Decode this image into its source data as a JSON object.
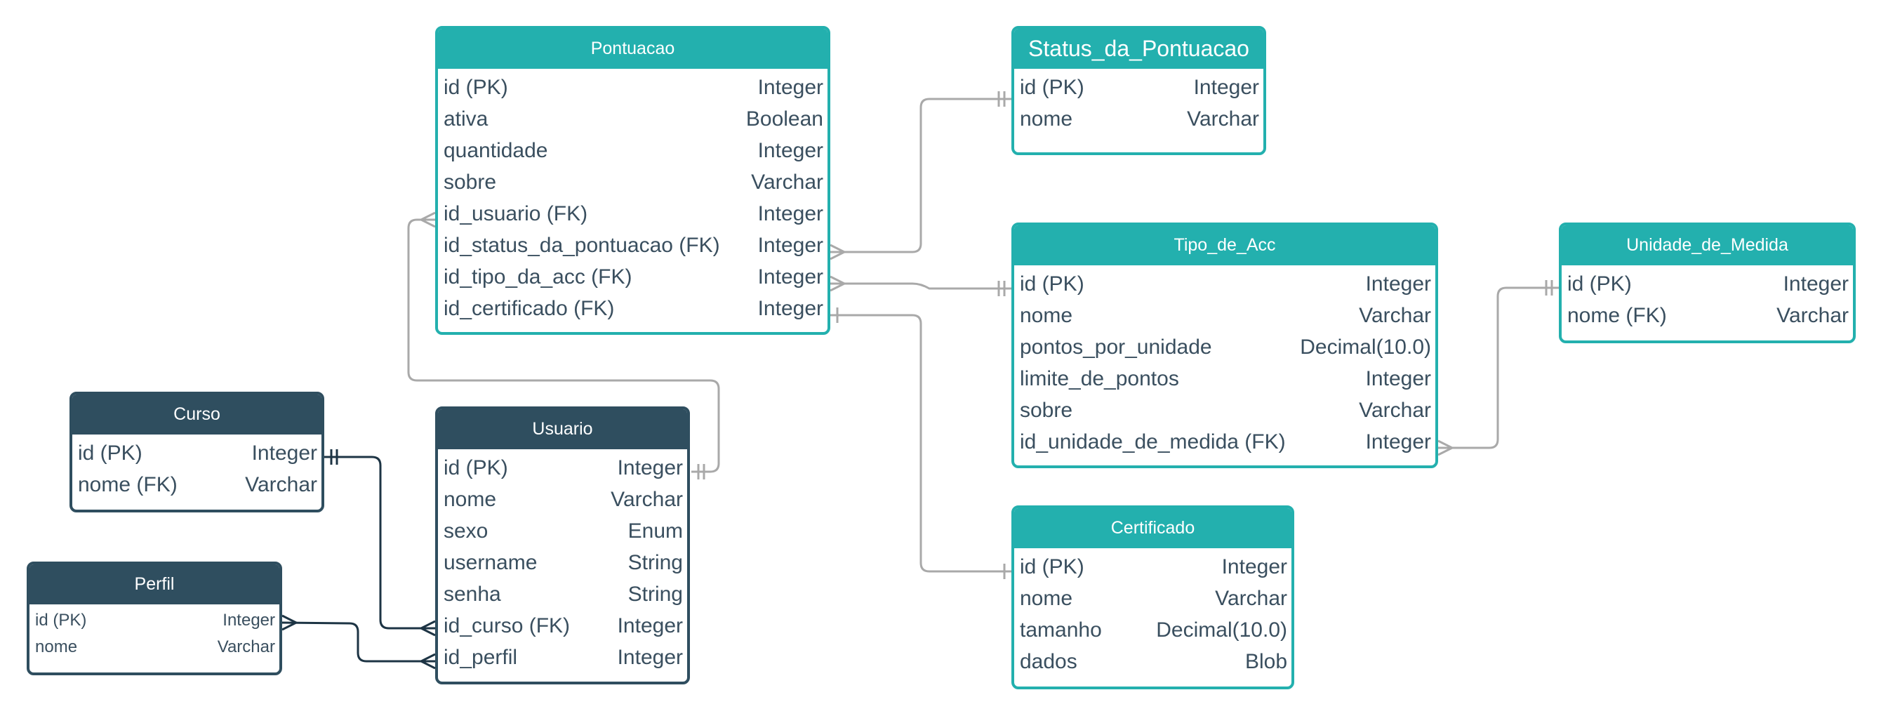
{
  "colors": {
    "teal": "#23b0ae",
    "dark": "#2f4e5f",
    "text": "#3a4f5f",
    "connector_light": "#a9a9a9",
    "connector_dark": "#1d3444"
  },
  "entities": {
    "pontuacao": {
      "title": "Pontuacao",
      "fields": [
        {
          "name": "id (PK)",
          "type": "Integer"
        },
        {
          "name": "ativa",
          "type": "Boolean"
        },
        {
          "name": "quantidade",
          "type": "Integer"
        },
        {
          "name": "sobre",
          "type": "Varchar"
        },
        {
          "name": "id_usuario (FK)",
          "type": "Integer"
        },
        {
          "name": "id_status_da_pontuacao (FK)",
          "type": "Integer"
        },
        {
          "name": "id_tipo_da_acc (FK)",
          "type": "Integer"
        },
        {
          "name": "id_certificado (FK)",
          "type": "Integer"
        }
      ]
    },
    "status_da_pontuacao": {
      "title": "Status_da_Pontuacao",
      "fields": [
        {
          "name": "id (PK)",
          "type": "Integer"
        },
        {
          "name": "nome",
          "type": "Varchar"
        }
      ]
    },
    "tipo_de_acc": {
      "title": "Tipo_de_Acc",
      "fields": [
        {
          "name": "id (PK)",
          "type": "Integer"
        },
        {
          "name": "nome",
          "type": "Varchar"
        },
        {
          "name": "pontos_por_unidade",
          "type": "Decimal(10.0)"
        },
        {
          "name": "limite_de_pontos",
          "type": "Integer"
        },
        {
          "name": "sobre",
          "type": "Varchar"
        },
        {
          "name": "id_unidade_de_medida (FK)",
          "type": "Integer"
        }
      ]
    },
    "unidade_de_medida": {
      "title": "Unidade_de_Medida",
      "fields": [
        {
          "name": "id (PK)",
          "type": "Integer"
        },
        {
          "name": "nome (FK)",
          "type": "Varchar"
        }
      ]
    },
    "certificado": {
      "title": "Certificado",
      "fields": [
        {
          "name": "id (PK)",
          "type": "Integer"
        },
        {
          "name": "nome",
          "type": "Varchar"
        },
        {
          "name": "tamanho",
          "type": "Decimal(10.0)"
        },
        {
          "name": "dados",
          "type": "Blob"
        }
      ]
    },
    "curso": {
      "title": "Curso",
      "fields": [
        {
          "name": "id (PK)",
          "type": "Integer"
        },
        {
          "name": "nome (FK)",
          "type": "Varchar"
        }
      ]
    },
    "usuario": {
      "title": "Usuario",
      "fields": [
        {
          "name": "id (PK)",
          "type": "Integer"
        },
        {
          "name": "nome",
          "type": "Varchar"
        },
        {
          "name": "sexo",
          "type": "Enum"
        },
        {
          "name": "username",
          "type": "String"
        },
        {
          "name": "senha",
          "type": "String"
        },
        {
          "name": "id_curso (FK)",
          "type": "Integer"
        },
        {
          "name": "id_perfil",
          "type": "Integer"
        }
      ]
    },
    "perfil": {
      "title": "Perfil",
      "fields": [
        {
          "name": "id (PK)",
          "type": "Integer"
        },
        {
          "name": "nome",
          "type": "Varchar"
        }
      ]
    }
  },
  "relationships": [
    {
      "from": "pontuacao.id_usuario (FK)",
      "to": "usuario.id (PK)",
      "from_end": "many",
      "to_end": "one"
    },
    {
      "from": "pontuacao.id_status_da_pontuacao (FK)",
      "to": "status_da_pontuacao.id (PK)",
      "from_end": "many",
      "to_end": "one"
    },
    {
      "from": "pontuacao.id_tipo_da_acc (FK)",
      "to": "tipo_de_acc.id (PK)",
      "from_end": "many",
      "to_end": "one"
    },
    {
      "from": "pontuacao.id_certificado (FK)",
      "to": "certificado.id (PK)",
      "from_end": "one",
      "to_end": "one"
    },
    {
      "from": "tipo_de_acc.id_unidade_de_medida (FK)",
      "to": "unidade_de_medida.id (PK)",
      "from_end": "many",
      "to_end": "one"
    },
    {
      "from": "usuario.id_curso (FK)",
      "to": "curso.id (PK)",
      "from_end": "many",
      "to_end": "one"
    },
    {
      "from": "usuario.id_perfil",
      "to": "perfil.id (PK)",
      "from_end": "many",
      "to_end": "many"
    }
  ]
}
